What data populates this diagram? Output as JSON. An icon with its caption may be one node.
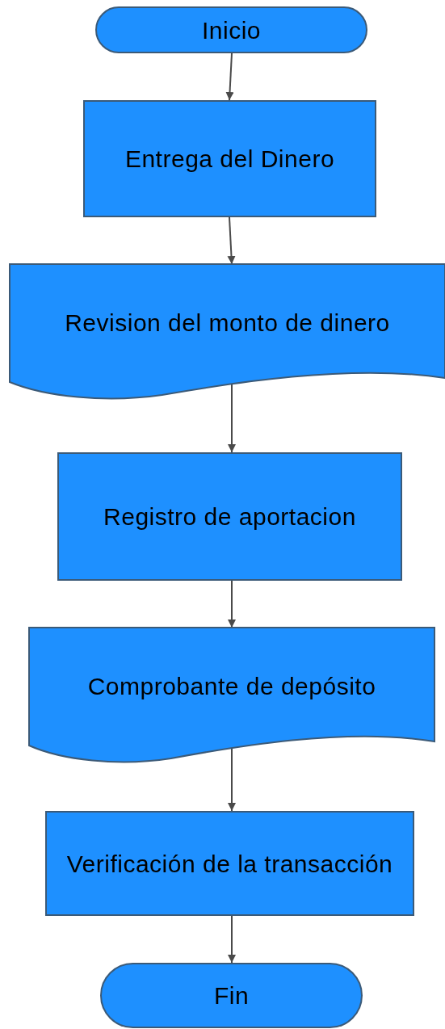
{
  "diagram": {
    "nodes": [
      {
        "text": [
          "Inicio"
        ]
      },
      {
        "text": [
          "Entrega del Dinero"
        ]
      },
      {
        "text": [
          "Revision del monto de dinero"
        ]
      },
      {
        "text": [
          "Registro de aportacion"
        ]
      },
      {
        "text": [
          "Comprobante de depósito"
        ]
      },
      {
        "text": [
          "Verificación de la transacción"
        ]
      },
      {
        "text": [
          "Fin"
        ]
      }
    ],
    "edges": [
      {
        "from": 0,
        "to": 1,
        "arrow": "to"
      },
      {
        "from": 1,
        "to": 2,
        "arrow": "to"
      },
      {
        "from": 2,
        "to": 3,
        "arrow": "to"
      },
      {
        "from": 3,
        "to": 4,
        "arrow": "to"
      },
      {
        "from": 4,
        "to": 5,
        "arrow": "to"
      },
      {
        "from": 5,
        "to": 6,
        "arrow": "to"
      }
    ]
  }
}
